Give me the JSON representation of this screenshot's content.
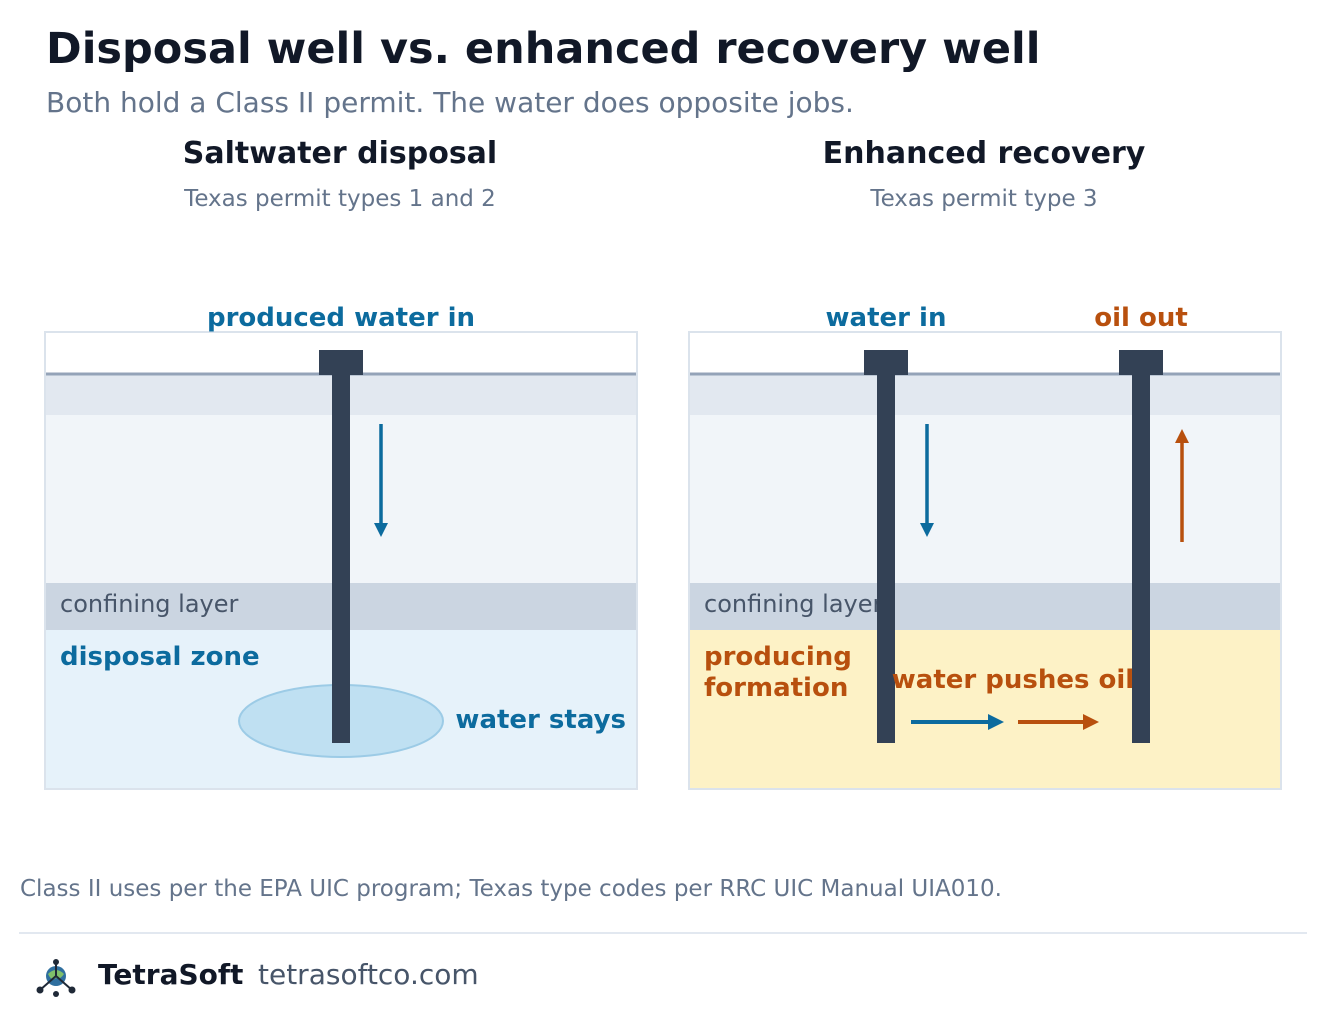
{
  "header": {
    "title": "Disposal well vs. enhanced recovery well",
    "subtitle": "Both hold a Class II permit. The water does opposite jobs."
  },
  "panels": [
    {
      "title": "Saltwater disposal",
      "subtitle": "Texas permit types 1 and 2",
      "inflow_label": "produced water in",
      "confining_label": "confining layer",
      "zone_label": "disposal zone",
      "plume_label": "water stays"
    },
    {
      "title": "Enhanced recovery",
      "subtitle": "Texas permit type 3",
      "inflow_label": "water in",
      "outflow_label": "oil out",
      "confining_label": "confining layer",
      "zone_label_line1": "producing",
      "zone_label_line2": "formation",
      "sweep_label": "water pushes oil"
    }
  ],
  "footer": {
    "note": "Class II uses per the EPA UIC program; Texas type codes per RRC UIC Manual UIA010.",
    "brand": "TetraSoft",
    "url": "tetrasoftco.com"
  },
  "colors": {
    "water_blue": "#0c6b9e",
    "oil_orange": "#b8500e",
    "well_casing": "#334155",
    "disposal_zone": "#e6f2fa",
    "producing_formation": "#fdf2c6",
    "confining_layer": "#cbd5e1"
  },
  "icons": {
    "brand_logo": "tetrasoft-logo-icon"
  }
}
